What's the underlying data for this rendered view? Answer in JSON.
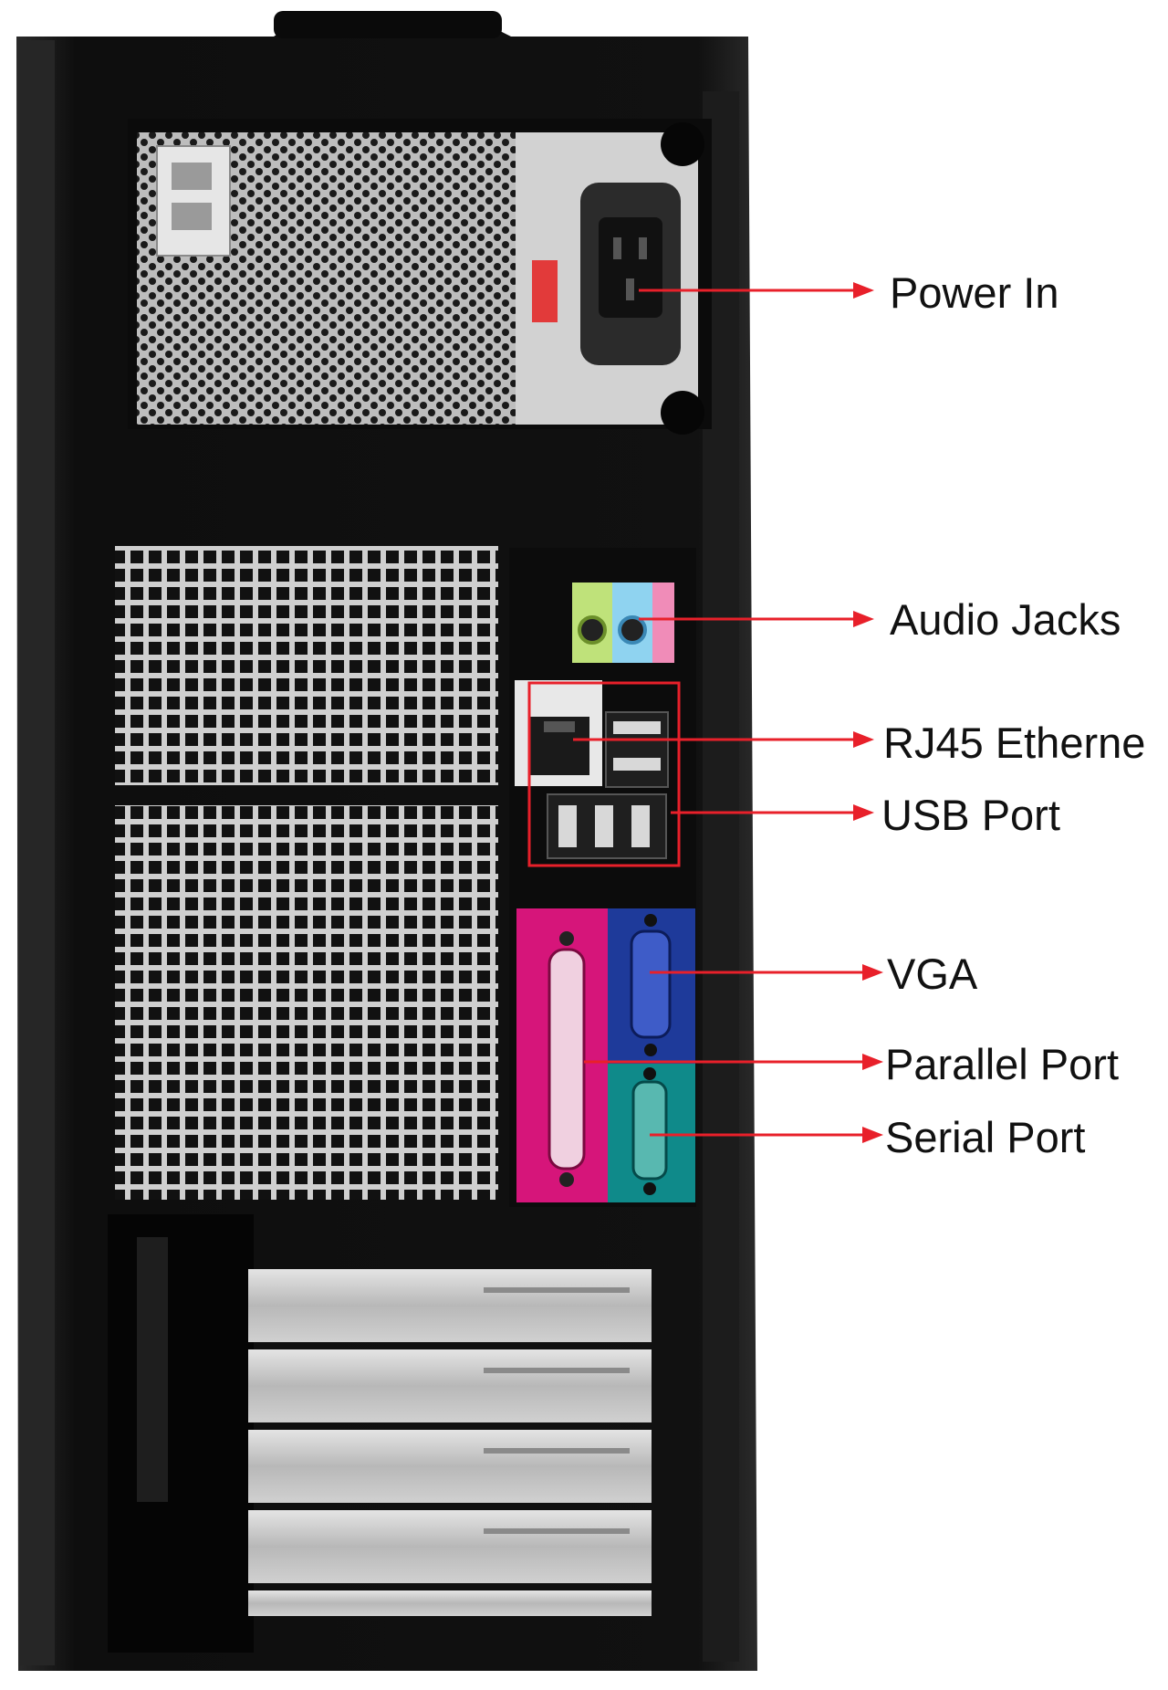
{
  "colors": {
    "arrow": "#e8202a",
    "label_text": "#111111",
    "case_body": "#141414",
    "psu_metal": "#c8c8c8",
    "audio_green": "#bfe27a",
    "audio_blue": "#8fd3f0",
    "audio_pink": "#f08cb8",
    "parallel_magenta": "#d6157a",
    "vga_blue": "#1e3a9a",
    "serial_teal": "#0f8a8a"
  },
  "labels": {
    "power_in": "Power In",
    "audio_jacks": "Audio Jacks",
    "rj45_ethernet": "RJ45 Etherne",
    "usb_port": "USB Port",
    "vga": "VGA",
    "parallel_port": "Parallel Port",
    "serial_port": "Serial Port"
  }
}
